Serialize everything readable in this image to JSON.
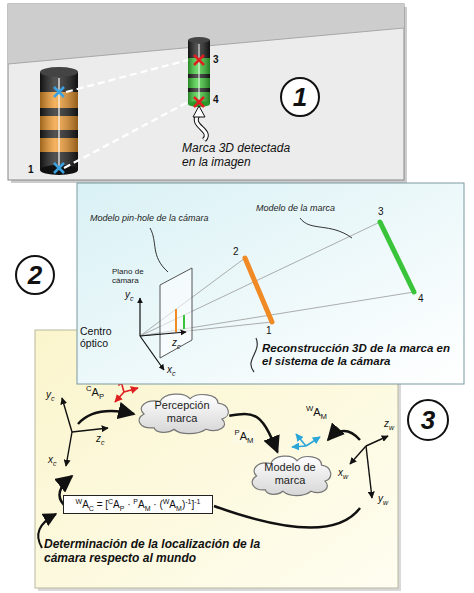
{
  "diagram": {
    "nodes": [
      {
        "text": [
          "1"
        ]
      },
      {
        "text": [
          "2"
        ]
      },
      {
        "text": [
          "Percepción marca"
        ]
      },
      {
        "text": [
          "3"
        ]
      },
      {
        "text": [
          "Modelo de marca"
        ]
      },
      {
        "text": [
          "WAC = [CAP · PAM · (WAM)-1]-1"
        ]
      }
    ],
    "edges": [
      {
        "from": 2,
        "to": 4,
        "arrow": "to",
        "label": "PAM"
      }
    ],
    "labels": [
      "3",
      "4",
      "1",
      "Marca 3D detectada en la imagen",
      "Modelo de la marca",
      "Modelo pin-hole de la cámara",
      "3",
      "2",
      "Plano de cámara",
      "yc",
      "4",
      "1",
      "zc",
      "Centro óptico",
      "xc",
      "Reconstrucción 3D de la marca en el sistema de la cámara",
      "CAP",
      "yc",
      "WAM",
      "zw",
      "zc",
      "xc",
      "xw",
      "yw",
      "Determinación de la localización de la cámara respecto al mundo"
    ]
  }
}
